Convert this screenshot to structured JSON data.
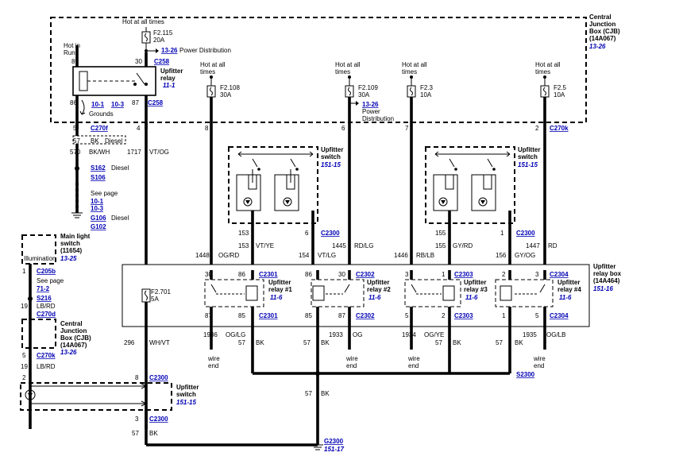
{
  "colors": {
    "ink": "#000000",
    "link": "#0000b4"
  },
  "cjb": {
    "title": [
      "Central",
      "Junction",
      "Box (CJB)",
      "(14A067)"
    ],
    "ref": "13-26"
  },
  "fuse_f2115": {
    "hot": "Hot at all times",
    "id": "F2.115",
    "rating": "20A",
    "pd_ref": "13-26",
    "pd_label": "Power Distribution"
  },
  "upfitter_relay": {
    "hot_in_run": [
      "Hot in",
      "Run"
    ],
    "pin85": "85",
    "pin30": "30",
    "pin86": "86",
    "pin87": "87",
    "conn_top": "C258",
    "conn_bot": "C258",
    "title": [
      "Upfitter",
      "relay"
    ],
    "ref": "11-1",
    "gnd_ref1": "10-1",
    "gnd_ref2": "10-3",
    "grounds": "Grounds"
  },
  "fuses": [
    {
      "hot": [
        "Hot at all",
        "times"
      ],
      "id": "F2.108",
      "rating": "30A",
      "pin": "8"
    },
    {
      "hot": [
        "Hot at all",
        "times"
      ],
      "id": "F2.109",
      "rating": "30A",
      "pin": "6",
      "pd_ref": "13-26",
      "pd_label": [
        "Power",
        "Distribution"
      ]
    },
    {
      "hot": [
        "Hot at all",
        "times"
      ],
      "id": "F2.3",
      "rating": "10A",
      "pin": "7"
    },
    {
      "hot": [
        "Hot at all",
        "times"
      ],
      "id": "F2.5",
      "rating": "10A",
      "pin": "2",
      "conn": "C270k"
    }
  ],
  "left_col": {
    "pin5": "5",
    "c270f": "C270f",
    "pin4": "4",
    "w570": "570",
    "w570c": "BK/WH",
    "w1717": "1717",
    "w1717c": "VT/OG",
    "pin57": "57",
    "bk": "BK",
    "diesel": "Diesel",
    "s162": "S162",
    "s106": "S106",
    "see_page": "See page",
    "sp1": "10-1",
    "sp2": "10-3",
    "g106": "G106",
    "g102": "G102"
  },
  "switches": [
    {
      "title": [
        "Upfitter",
        "switch"
      ],
      "ref": "151-15",
      "pin153": "153",
      "pin6": "6",
      "conn": "C2300"
    },
    {
      "title": [
        "Upfitter",
        "switch"
      ],
      "ref": "151-15",
      "pin155": "155",
      "pin1": "1",
      "conn": "C2300"
    }
  ],
  "wires_top": [
    {
      "num": "1448",
      "color": "OG/RD"
    },
    {
      "num": "153",
      "color": "VT/YE"
    },
    {
      "num": "1445",
      "color": "RD/LG"
    },
    {
      "num": "154",
      "color": "VT/LG"
    },
    {
      "num": "1446",
      "color": "RB/LB"
    },
    {
      "num": "155",
      "color": "GY/RD"
    },
    {
      "num": "1447",
      "color": "RD"
    },
    {
      "num": "156",
      "color": "GY/OG"
    }
  ],
  "relay_box": {
    "title": [
      "Upfitter",
      "relay box",
      "(14A464)"
    ],
    "ref": "151-16",
    "f2701": "F2.701",
    "f2701r": "5A",
    "relays": [
      {
        "name": [
          "Upfitter",
          "relay #1"
        ],
        "ref": "11-6",
        "p30": "30",
        "p86": "86",
        "p87": "87",
        "p85": "85",
        "ct": "C2301",
        "cb": "C2301"
      },
      {
        "name": [
          "Upfitter",
          "relay #2"
        ],
        "ref": "11-6",
        "p86": "86",
        "p30": "30",
        "p85": "85",
        "p87": "87",
        "ct": "C2302",
        "cb": "C2302"
      },
      {
        "name": [
          "Upfitter",
          "relay #3"
        ],
        "ref": "11-6",
        "p3": "3",
        "p1": "1",
        "p5": "5",
        "p2": "2",
        "ct": "C2303",
        "cb": "C2303"
      },
      {
        "name": [
          "Upfitter",
          "relay #4"
        ],
        "ref": "11-6",
        "p2": "2",
        "p3": "3",
        "p1": "1",
        "p5": "5",
        "ct": "C2304",
        "cb": "C2304"
      }
    ]
  },
  "wires_bottom": [
    {
      "num": "296",
      "color": "WH/VT"
    },
    {
      "num": "1936",
      "color": "OG/LG"
    },
    {
      "num": "57",
      "color": "BK"
    },
    {
      "num": "57",
      "color": "BK"
    },
    {
      "num": "1933",
      "color": "OG"
    },
    {
      "num": "1934",
      "color": "OG/YE"
    },
    {
      "num": "57",
      "color": "BK"
    },
    {
      "num": "57",
      "color": "BK"
    },
    {
      "num": "1935",
      "color": "OG/LB"
    }
  ],
  "wire_end": [
    "wire",
    "end"
  ],
  "s2300": "S2300",
  "main_light": {
    "title": [
      "Main light",
      "switch",
      "(11654)"
    ],
    "ref": "13-25",
    "label": "Illumination",
    "pin1": "1",
    "c205b": "C205b",
    "see_page": "See page",
    "sp": "71-2",
    "s216": "S216",
    "w19": "19",
    "lbrd": "LB/RD",
    "c270d": "C270d"
  },
  "cjb2": {
    "title": [
      "Central",
      "Junction",
      "Box (CJB)",
      "(14A067)"
    ],
    "ref": "13-26",
    "pin5": "5",
    "c270k": "C270k",
    "w19": "19",
    "lbrd": "LB/RD",
    "pin2": "2"
  },
  "bottom_switch": {
    "title": [
      "Upfitter",
      "switch"
    ],
    "ref": "151-15",
    "pin8": "8",
    "c2300a": "C2300",
    "pin3": "3",
    "c2300b": "C2300",
    "w57": "57",
    "bk": "BK"
  },
  "center_bottom": {
    "w57": "57",
    "bk": "BK",
    "g2300": "G2300",
    "ref": "151-17"
  }
}
